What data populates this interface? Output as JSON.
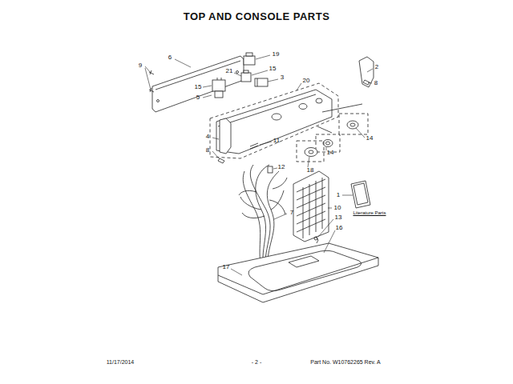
{
  "diagram": {
    "title": "TOP AND CONSOLE PARTS",
    "labels": [
      "9",
      "6",
      "19",
      "15",
      "21",
      "3",
      "2",
      "8",
      "15",
      "20",
      "5",
      "4",
      "11",
      "14",
      "8",
      "14",
      "12",
      "18",
      "1",
      "10",
      "7",
      "Literature Parts",
      "13",
      "16",
      "17",
      "11/17/2014",
      "- 2 -",
      "Part No. W10762265 Rev. A"
    ]
  }
}
